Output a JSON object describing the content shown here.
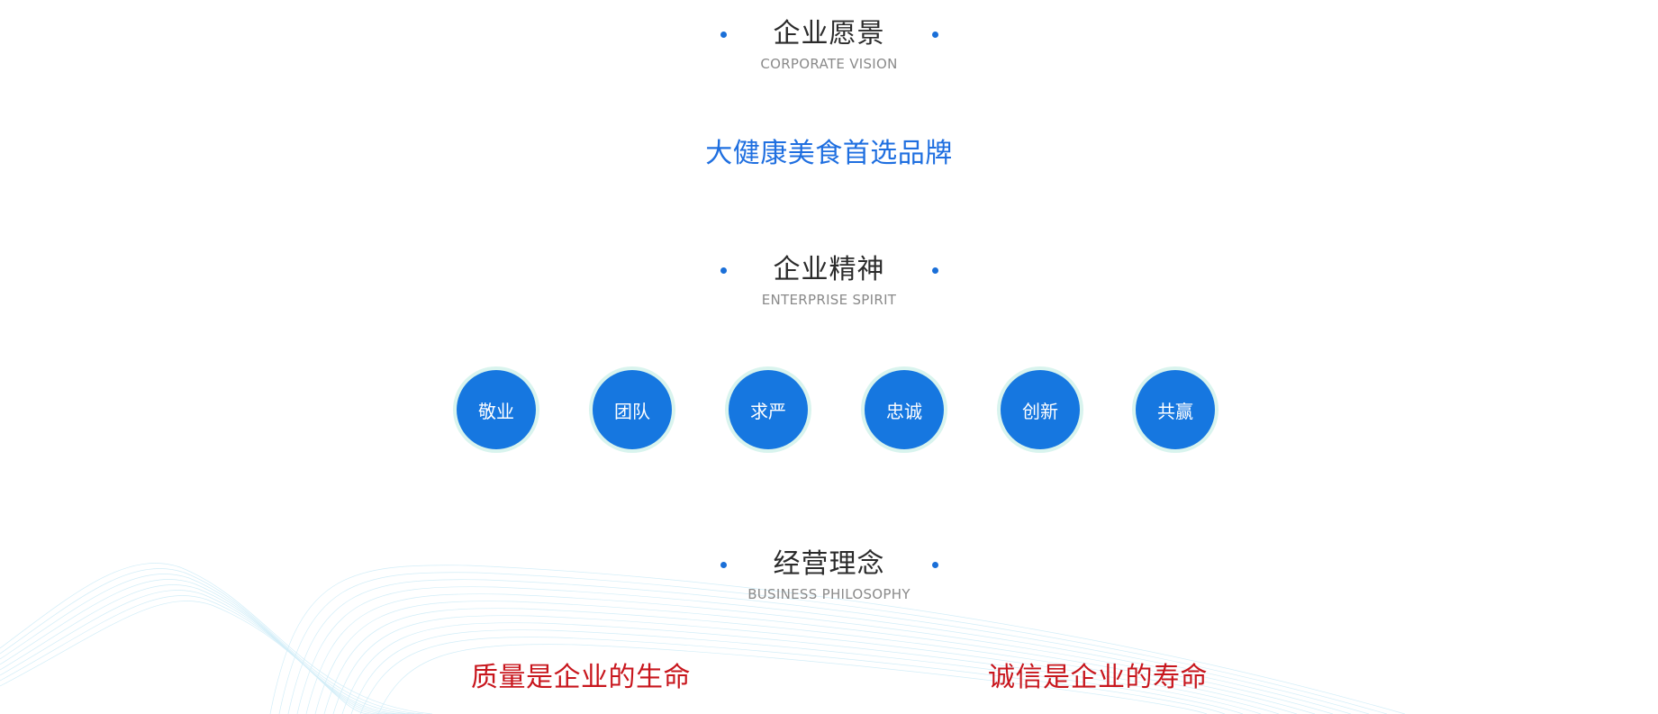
{
  "colors": {
    "accent_blue": "#1a6fd8",
    "circle_blue": "#1677e0",
    "circle_ring": "#d9f4ee",
    "slogan_blue": "#1f6fe0",
    "philosophy_red": "#c8161d"
  },
  "vision": {
    "title": "企业愿景",
    "subtitle": "CORPORATE VISION",
    "slogan": "大健康美食首选品牌"
  },
  "spirit": {
    "title": "企业精神",
    "subtitle": "ENTERPRISE SPIRIT",
    "items": [
      {
        "label": "敬业"
      },
      {
        "label": "团队"
      },
      {
        "label": "求严"
      },
      {
        "label": "忠诚"
      },
      {
        "label": "创新"
      },
      {
        "label": "共赢"
      }
    ]
  },
  "philosophy": {
    "title": "经营理念",
    "subtitle": "BUSINESS PHILOSOPHY",
    "items": [
      {
        "text": "质量是企业的生命"
      },
      {
        "text": "诚信是企业的寿命"
      }
    ]
  }
}
